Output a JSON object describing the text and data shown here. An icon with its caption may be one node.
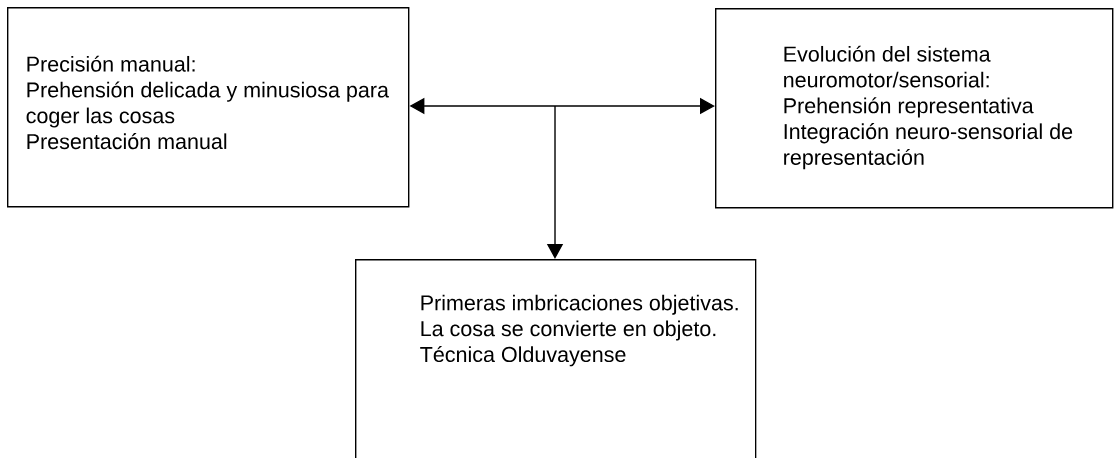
{
  "diagram": {
    "nodes": [
      {
        "text": [
          "Precisión manual:",
          "Prehensión delicada y minusiosa para coger las cosas",
          "Presentación manual"
        ]
      },
      {
        "text": [
          "Evolución del sistema neuromotor/sensorial:",
          "Prehensión representativa",
          "Integración neuro-sensorial de representación"
        ]
      },
      {
        "text": [
          "Primeras imbricaciones objetivas. La cosa se convierte en objeto.",
          "Técnica Olduvayense"
        ]
      }
    ],
    "edges": [
      {
        "from": 0,
        "to": 1,
        "arrow": "both"
      },
      {
        "from": null,
        "to": 2,
        "arrow": "to"
      }
    ]
  }
}
